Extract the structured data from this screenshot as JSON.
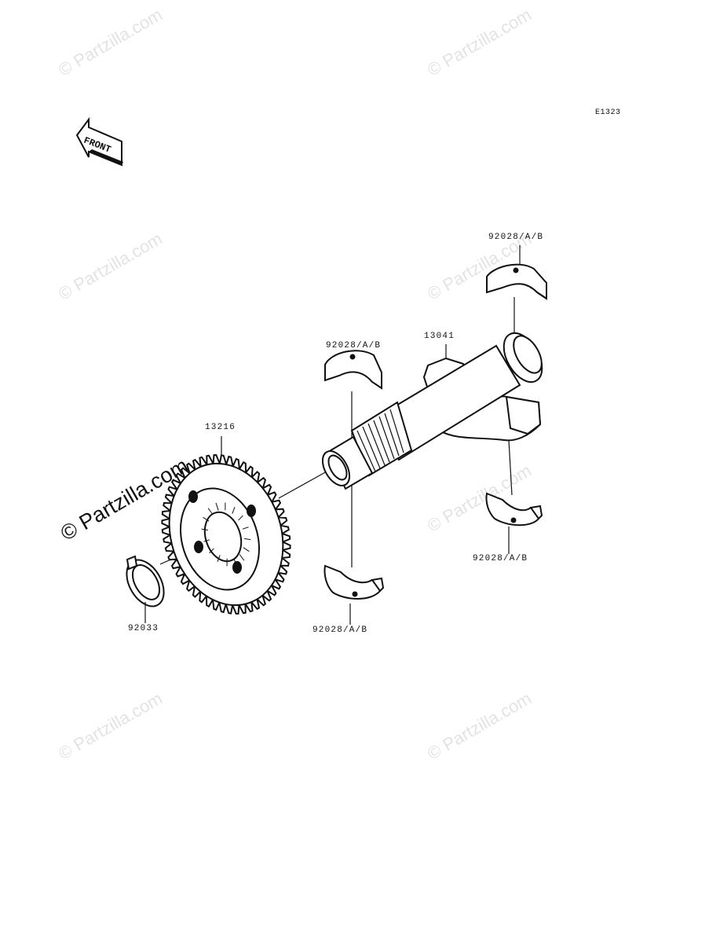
{
  "diagram": {
    "code": "E1323",
    "front_arrow_text": "FRONT",
    "watermark": "© Partzilla.com",
    "parts": {
      "bearing_top_right": "92028/A/B",
      "bearing_top_left": "92028/A/B",
      "balancer_shaft": "13041",
      "balancer_gear": "13216",
      "bearing_bottom_right": "92028/A/B",
      "bearing_bottom_left": "92028/A/B",
      "circlip": "92033"
    }
  }
}
